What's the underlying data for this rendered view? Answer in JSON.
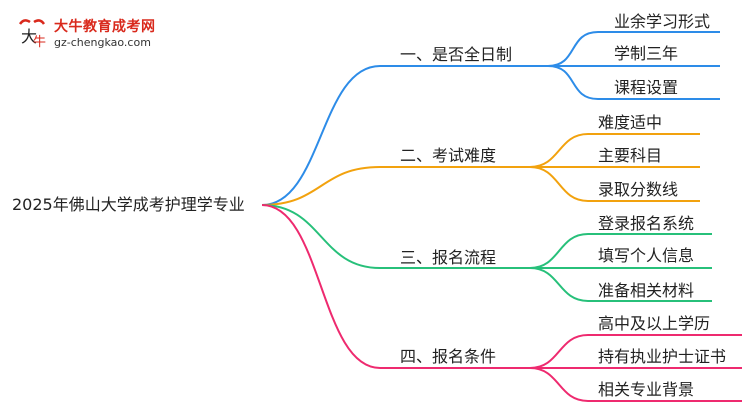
{
  "logo": {
    "name": "大牛教育成考网",
    "url": "gz-chengkao.com"
  },
  "root": {
    "label": "2025年佛山大学成考护理学专业"
  },
  "branches": [
    {
      "label": "一、是否全日制",
      "color": "#2d8ce8",
      "children": [
        "业余学习形式",
        "学制三年",
        "课程设置"
      ]
    },
    {
      "label": "二、考试难度",
      "color": "#f2a20e",
      "children": [
        "难度适中",
        "主要科目",
        "录取分数线"
      ]
    },
    {
      "label": "三、报名流程",
      "color": "#27c07a",
      "children": [
        "登录报名系统",
        "填写个人信息",
        "准备相关材料"
      ]
    },
    {
      "label": "四、报名条件",
      "color": "#ee2a6f",
      "children": [
        "高中及以上学历",
        "持有执业护士证书",
        "相关专业背景"
      ]
    }
  ]
}
